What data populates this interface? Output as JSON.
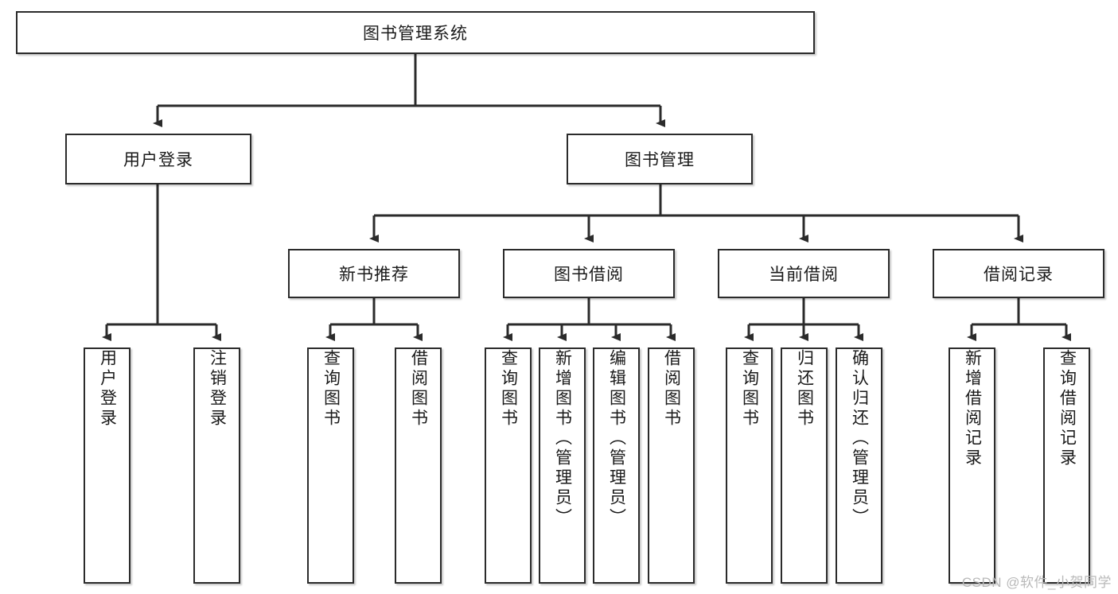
{
  "diagram": {
    "type": "tree-hierarchy",
    "title": "图书管理系统",
    "watermark": "CSDN @软件_小贺同学",
    "colors": {
      "node_border": "#2b2b2b",
      "node_fill": "#ffffff",
      "edge": "#2b2b2b",
      "text": "#1a1a1a",
      "watermark": "#b9b9b9"
    },
    "nodes": {
      "root": {
        "label": "图书管理系统"
      },
      "level2": [
        {
          "id": "user-login",
          "label": "用户登录"
        },
        {
          "id": "book-manage",
          "label": "图书管理"
        }
      ],
      "level3": [
        {
          "id": "new-book-recommend",
          "label": "新书推荐"
        },
        {
          "id": "book-borrow",
          "label": "图书借阅"
        },
        {
          "id": "current-borrow",
          "label": "当前借阅"
        },
        {
          "id": "borrow-record",
          "label": "借阅记录"
        }
      ],
      "leaves": {
        "user-login": [
          {
            "id": "leaf-user-login",
            "label": "用户登录"
          },
          {
            "id": "leaf-logout",
            "label": "注销登录"
          }
        ],
        "new-book-recommend": [
          {
            "id": "leaf-query-book-1",
            "label": "查询图书"
          },
          {
            "id": "leaf-borrow-book-1",
            "label": "借阅图书"
          }
        ],
        "book-borrow": [
          {
            "id": "leaf-query-book-2",
            "label": "查询图书"
          },
          {
            "id": "leaf-add-book",
            "label": "新增图书（管理员）"
          },
          {
            "id": "leaf-edit-book",
            "label": "编辑图书（管理员）"
          },
          {
            "id": "leaf-borrow-book-2",
            "label": "借阅图书"
          }
        ],
        "current-borrow": [
          {
            "id": "leaf-query-book-3",
            "label": "查询图书"
          },
          {
            "id": "leaf-return-book",
            "label": "归还图书"
          },
          {
            "id": "leaf-confirm-return",
            "label": "确认归还（管理员）"
          }
        ],
        "borrow-record": [
          {
            "id": "leaf-add-record",
            "label": "新增借阅记录"
          },
          {
            "id": "leaf-query-record",
            "label": "查询借阅记录"
          }
        ]
      }
    }
  }
}
